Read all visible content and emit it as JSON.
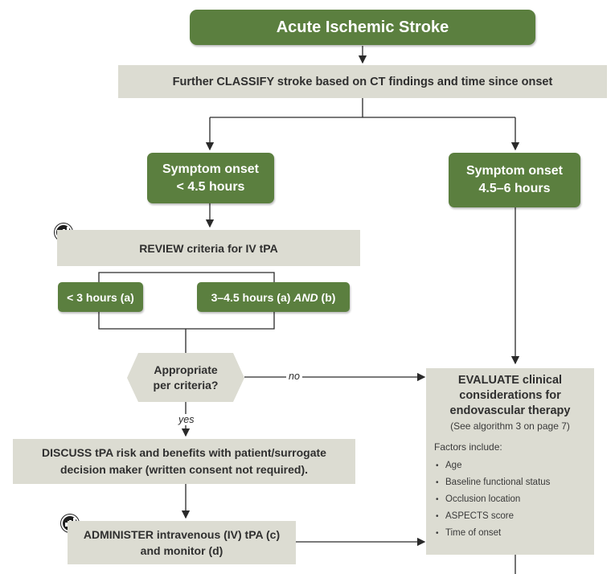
{
  "title": "Acute Ischemic Stroke",
  "classify": "Further CLASSIFY stroke based on CT findings and time since onset",
  "onset_short": {
    "line1": "Symptom onset",
    "line2": "< 4.5 hours"
  },
  "onset_long": {
    "line1": "Symptom onset",
    "line2": "4.5–6 hours"
  },
  "review": "REVIEW criteria for IV tPA",
  "under3": "< 3 hours (a)",
  "range345": {
    "pre": "3–4.5 hours (a) ",
    "and": "AND",
    "post": " (b)"
  },
  "decision": {
    "line1": "Appropriate",
    "line2": "per criteria?"
  },
  "label_no": "no",
  "label_yes": "yes",
  "discuss": {
    "line1": "DISCUSS tPA risk and benefits with patient/surrogate",
    "line2": "decision maker (written consent not required)."
  },
  "administer": {
    "line1": "ADMINISTER intravenous (IV) tPA (c)",
    "line2": "and monitor (d)"
  },
  "evaluate": {
    "line1": "EVALUATE clinical",
    "line2": "considerations for",
    "line3": "endovascular therapy",
    "sub": "(See algorithm 3 on page 7)",
    "factors_label": "Factors include:",
    "factors": [
      "Age",
      "Baseline functional status",
      "Occlusion location",
      "ASPECTS score",
      "Time of onset"
    ]
  },
  "colors": {
    "green": "#5b7f3f",
    "grey": "#dcdcd2",
    "line": "#2a2a2a"
  },
  "icons": [
    "chart-badge-icon",
    "chart-badge-icon"
  ]
}
